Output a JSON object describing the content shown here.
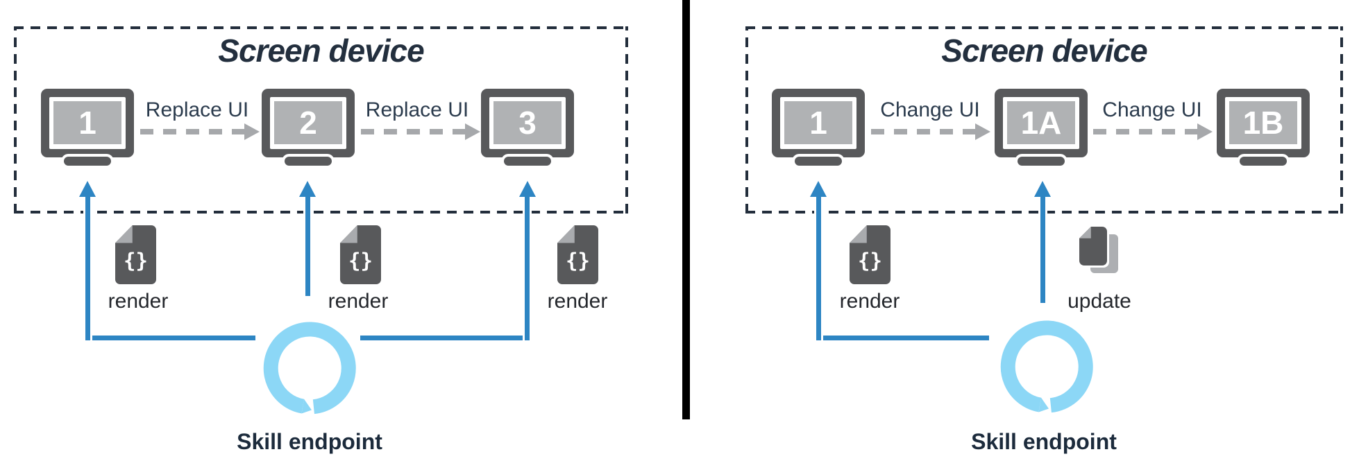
{
  "left": {
    "title": "Screen device",
    "monitors": [
      "1",
      "2",
      "3"
    ],
    "arrows": [
      "Replace UI",
      "Replace UI"
    ],
    "payloads": [
      "render",
      "render",
      "render"
    ],
    "endpoint": "Skill endpoint"
  },
  "right": {
    "title": "Screen device",
    "monitors": [
      "1",
      "1A",
      "1B"
    ],
    "arrows": [
      "Change UI",
      "Change UI"
    ],
    "payloads": [
      "render",
      "update"
    ],
    "endpoint": "Skill endpoint"
  },
  "glyphs": {
    "json_doc": "{}"
  },
  "colors": {
    "arrow_blue": "#2d85c3",
    "alexa_blue": "#8cd7f6",
    "monitor_gray": "#58595b",
    "screen_gray": "#b0b2b4",
    "dashed_arrow_gray": "#a6a8ab",
    "navy_text": "#232f3e",
    "divider_black": "#000000"
  }
}
